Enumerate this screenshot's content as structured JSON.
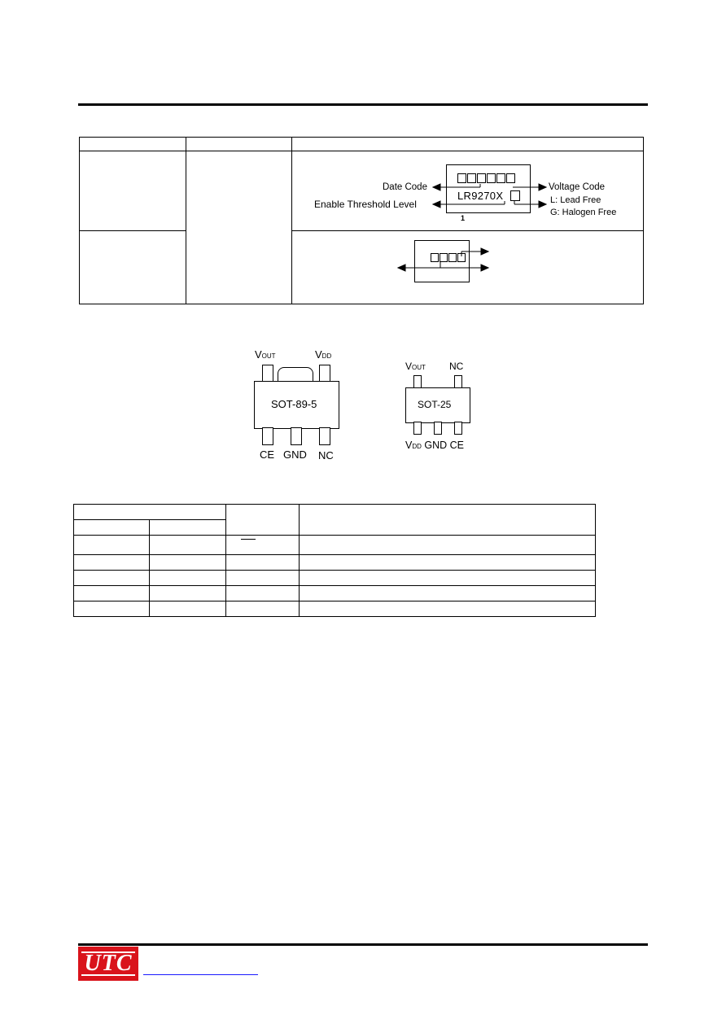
{
  "marking": {
    "sot89": {
      "date_code_label": "Date Code",
      "threshold_label": "Enable Threshold Level",
      "voltage_code_label": "Voltage Code",
      "lead_free_label": "L: Lead Free",
      "halogen_free_label": "G: Halogen Free",
      "device_code": "LR9270X",
      "pin1_label": "1"
    }
  },
  "pin_diagrams": {
    "sot89_5": {
      "package_label": "SOT-89-5",
      "top_pins": [
        "V",
        "V"
      ],
      "top_pin_subs": [
        "OUT",
        "DD"
      ],
      "bottom_pins": [
        "CE",
        "GND",
        "NC"
      ]
    },
    "sot25": {
      "package_label": "SOT-25",
      "top_left_pin": "V",
      "top_left_sub": "OUT",
      "top_right_pin": "NC",
      "bottom_vdd": "V",
      "bottom_vdd_sub": "DD",
      "bottom_rest": "GND CE"
    }
  },
  "colors": {
    "logo_red": "#d9131b",
    "link_blue": "#1a1aff"
  },
  "footer": {
    "logo_text": "UTC"
  }
}
